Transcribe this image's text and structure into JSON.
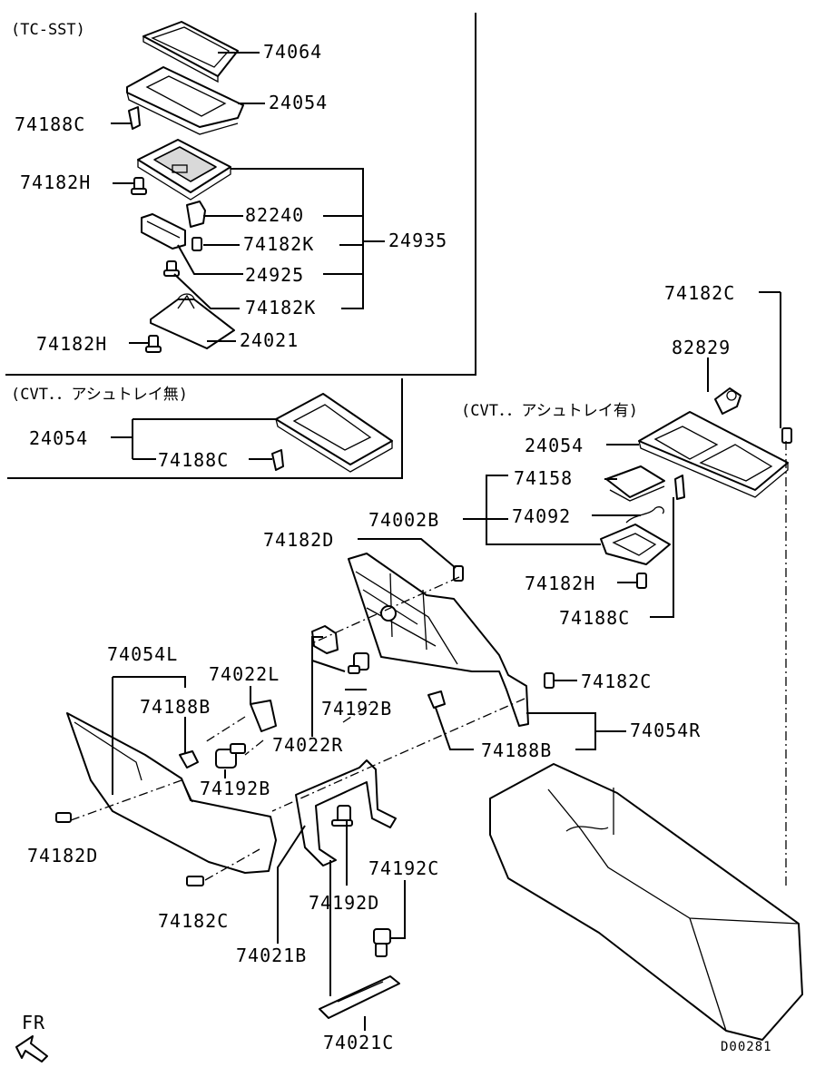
{
  "sections": {
    "tc_sst": "(TC-SST)",
    "cvt_no_tray": "(CVT．．アシュトレイ無)",
    "cvt_with_tray": "(CVT．．アシュトレイ有)"
  },
  "part_numbers": {
    "p74064": "74064",
    "p24054_a": "24054",
    "p74188C_a": "74188C",
    "p74182H_a": "74182H",
    "p82240": "82240",
    "p74182K_a": "74182K",
    "p24935": "24935",
    "p24925": "24925",
    "p74182K_b": "74182K",
    "p74182H_b": "74182H",
    "p24021": "24021",
    "p24054_b": "24054",
    "p74188C_b": "74188C",
    "p74182C_a": "74182C",
    "p82829": "82829",
    "p24054_c": "24054",
    "p74158": "74158",
    "p74092": "74092",
    "p74002B": "74002B",
    "p74182D_a": "74182D",
    "p74182H_c": "74182H",
    "p74188C_c": "74188C",
    "p74054L": "74054L",
    "p74022L": "74022L",
    "p74188B_a": "74188B",
    "p74192B_a": "74192B",
    "p74022R": "74022R",
    "p74182C_b": "74182C",
    "p74054R": "74054R",
    "p74188B_b": "74188B",
    "p74192B_b": "74192B",
    "p74182D_b": "74182D",
    "p74182C_c": "74182C",
    "p74021B": "74021B",
    "p74192C": "74192C",
    "p74192D": "74192D",
    "p74021C": "74021C"
  },
  "footer": {
    "direction": "FR",
    "diagram_id": "D00281"
  }
}
